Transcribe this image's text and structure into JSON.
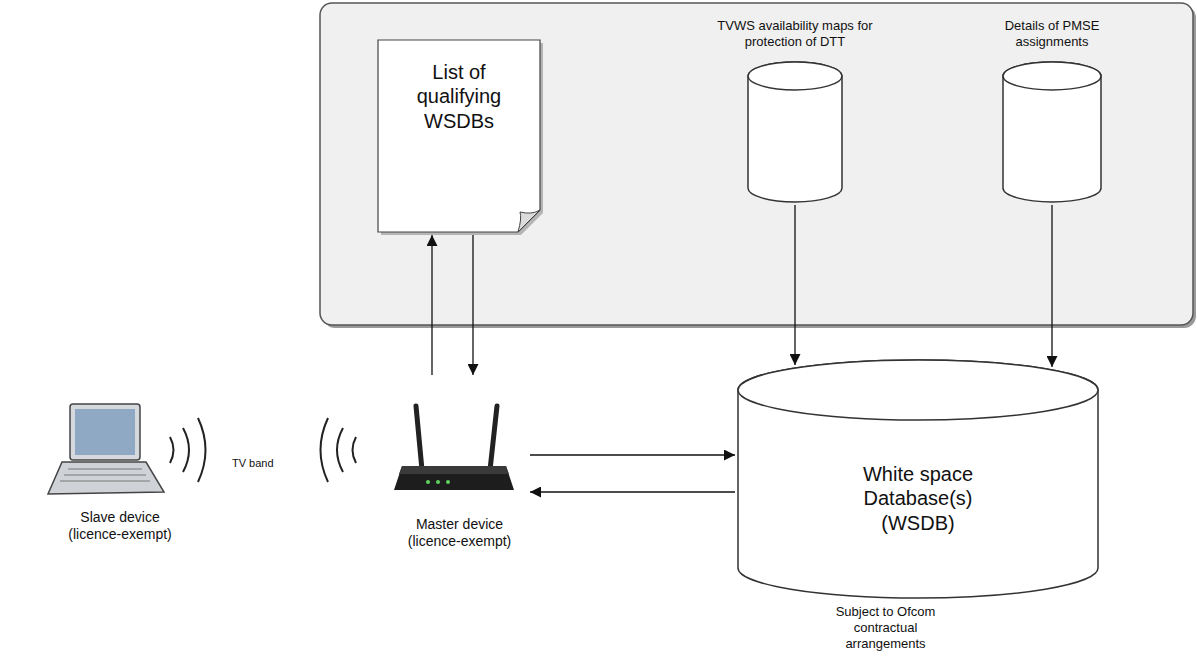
{
  "diagram": {
    "nodes": [
      {
        "text": [
          "List of qualifying WSDBs"
        ]
      },
      {
        "text": [
          "TVWS availability maps for protection of DTT"
        ]
      },
      {
        "text": [
          "Details of PMSE assignments"
        ]
      },
      {
        "text": [
          "Slave device (licence-exempt)"
        ]
      },
      {
        "text": [
          "Master device (licence-exempt)"
        ]
      },
      {
        "text": [
          "White space Database(s) (WSDB)",
          "Subject to Ofcom contractual arrangements"
        ]
      }
    ],
    "edges": [
      {
        "from": 4,
        "to": 0,
        "arrow": "to"
      },
      {
        "from": 0,
        "to": 4,
        "arrow": "to"
      },
      {
        "from": 1,
        "to": 5,
        "arrow": "to"
      },
      {
        "from": 2,
        "to": 5,
        "arrow": "to"
      },
      {
        "from": 4,
        "to": 5,
        "arrow": "to"
      },
      {
        "from": 5,
        "to": 4,
        "arrow": "to"
      }
    ],
    "labels": [
      "TV band"
    ]
  }
}
